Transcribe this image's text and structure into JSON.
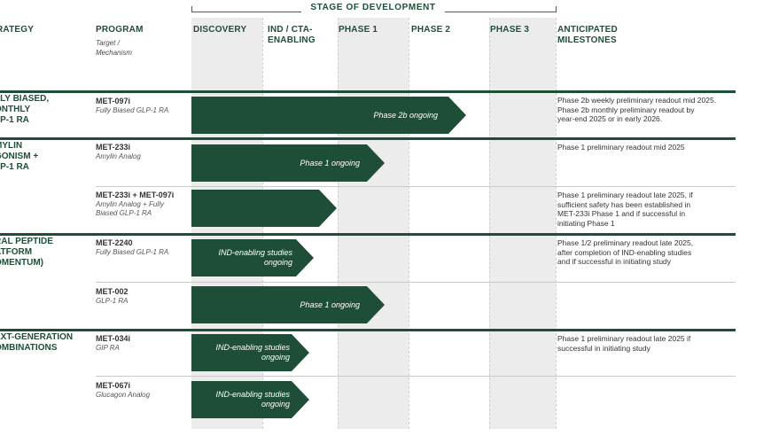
{
  "stage_title": "STAGE OF DEVELOPMENT",
  "colors": {
    "brand_green": "#1f4e38",
    "column_shade": "#ececec"
  },
  "headers": {
    "strategy": "RATEGY",
    "program": "PROGRAM",
    "program_sub_1": "Target /",
    "program_sub_2": "Mechanism",
    "discovery": "DISCOVERY",
    "ind_cta_1": "IND / CTA-",
    "ind_cta_2": "ENABLING",
    "phase1": "PHASE 1",
    "phase2": "PHASE 2",
    "phase3": "PHASE 3",
    "milestones_1": "ANTICIPATED",
    "milestones_2": "MILESTONES"
  },
  "strategies": [
    [
      "LLY BIASED,",
      "ONTHLY",
      "LP-1 RA"
    ],
    [
      "MYLIN",
      "GONISM +",
      "LP-1 RA"
    ],
    [
      "RAL PEPTIDE",
      "ATFORM",
      "OMENTUM)"
    ],
    [
      "EXT-GENERATION",
      "OMBINATIONS"
    ]
  ],
  "programs": [
    {
      "name": "MET-097i",
      "target": "Fully Biased GLP-1 RA",
      "stage": "Phase 2",
      "bar_label": "Phase 2b ongoing"
    },
    {
      "name": "MET-233i",
      "target": "Amylin Analog",
      "stage": "Phase 1",
      "bar_label": "Phase 1 ongoing"
    },
    {
      "name": "MET-233i + MET-097i",
      "target_1": "Amylin Analog + Fully",
      "target_2": "Biased GLP-1 RA",
      "stage": "IND / CTA-Enabling"
    },
    {
      "name": "MET-2240",
      "target": "Fully Biased GLP-1 RA",
      "stage": "IND / CTA-Enabling",
      "bar_label_1": "IND-enabling studies",
      "bar_label_2": "ongoing"
    },
    {
      "name": "MET-002",
      "target": "GLP-1 RA",
      "stage": "Phase 1",
      "bar_label": "Phase 1 ongoing"
    },
    {
      "name": "MET-034i",
      "target": "GIP RA",
      "stage": "IND / CTA-Enabling",
      "bar_label_1": "IND-enabling studies",
      "bar_label_2": "ongoing"
    },
    {
      "name": "MET-067i",
      "target": "Glucagon Analog",
      "stage": "IND / CTA-Enabling",
      "bar_label_1": "IND-enabling studies",
      "bar_label_2": "ongoing"
    }
  ],
  "milestones": [
    [
      "Phase 2b weekly preliminary readout mid 2025.",
      "Phase 2b monthly preliminary readout by",
      "year-end 2025 or in early 2026."
    ],
    [
      "Phase 1 preliminary readout mid 2025"
    ],
    [
      "Phase 1 preliminary readout late 2025, if",
      "sufficient safety has been established in",
      "MET-233i Phase 1 and if successful in",
      "initiating Phase 1"
    ],
    [
      "Phase 1/2 preliminary readout late 2025,",
      "after completion of IND-enabling studies",
      "and if successful in initiating study"
    ],
    [
      "Phase 1 preliminary readout late 2025 if",
      "successful in initiating study"
    ]
  ]
}
